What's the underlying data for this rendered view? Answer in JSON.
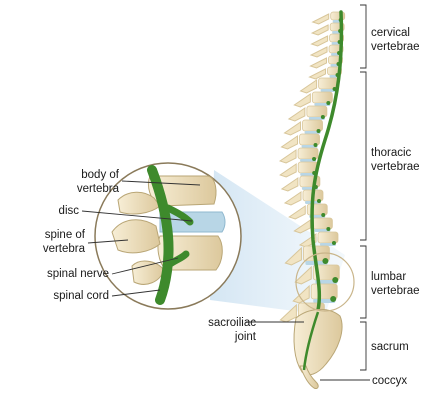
{
  "title": "",
  "regions": [
    {
      "id": "cervical",
      "line1": "cervical",
      "line2": "vertebrae"
    },
    {
      "id": "thoracic",
      "line1": "thoracic",
      "line2": "vertebrae"
    },
    {
      "id": "lumbar",
      "line1": "lumbar",
      "line2": "vertebrae"
    },
    {
      "id": "sacrum",
      "line1": "sacrum",
      "line2": ""
    },
    {
      "id": "coccyx",
      "line1": "coccyx",
      "line2": ""
    }
  ],
  "inset_labels": [
    {
      "id": "body-of-vertebra",
      "line1": "body of",
      "line2": "vertebra"
    },
    {
      "id": "disc",
      "line1": "disc",
      "line2": ""
    },
    {
      "id": "spine-of-vertebra",
      "line1": "spine of",
      "line2": "vertebra"
    },
    {
      "id": "spinal-nerve",
      "line1": "spinal nerve",
      "line2": ""
    },
    {
      "id": "spinal-cord",
      "line1": "spinal cord",
      "line2": ""
    }
  ],
  "joint_label": {
    "line1": "sacroiliac",
    "line2": "joint"
  },
  "colors": {
    "bone": "#f1e4c3",
    "bone_shadow": "#d8c69a",
    "disc": "#b8d6e6",
    "nerve": "#3e8a2c",
    "magnify_beam": "#d6e8f4",
    "line": "#333333"
  }
}
